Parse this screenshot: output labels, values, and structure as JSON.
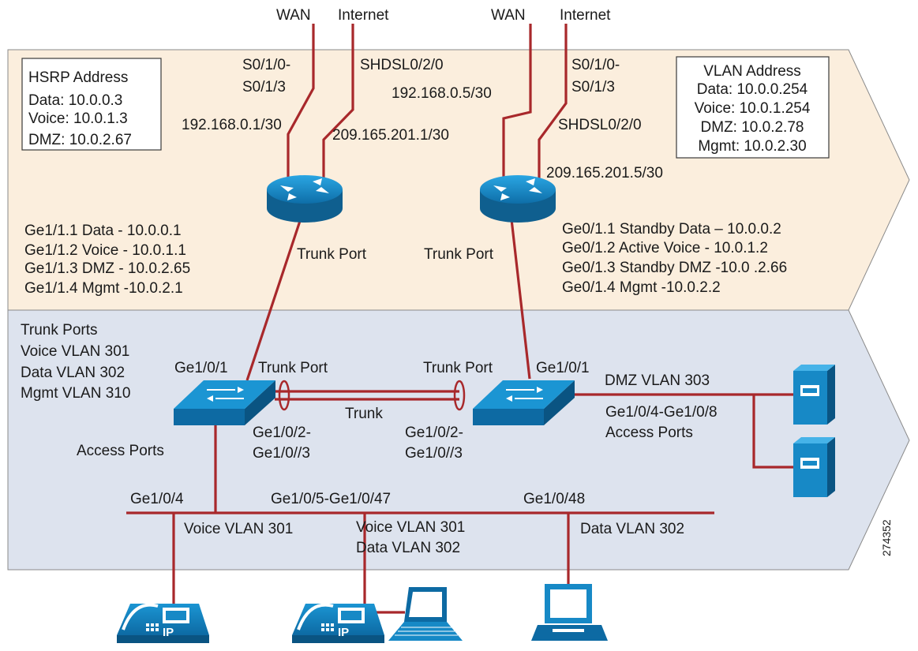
{
  "colors": {
    "router_zone": "#fbeedd",
    "switch_zone": "#dde3ee",
    "link": "#a8282b",
    "device_blue": "#1789c6"
  },
  "top": {
    "left_wan": "WAN",
    "left_internet": "Internet",
    "right_wan": "WAN",
    "right_internet": "Internet"
  },
  "hsrp": {
    "title": "HSRP Address",
    "lines": [
      "Data: 10.0.0.3",
      "Voice: 10.0.1.3",
      "DMZ: 10.0.2.67"
    ]
  },
  "vlan": {
    "title": "VLAN Address",
    "lines": [
      "Data: 10.0.0.254",
      "Voice: 10.0.1.254",
      "DMZ: 10.0.2.78",
      "Mgmt: 10.0.2.30"
    ]
  },
  "router_left": {
    "serial_1": "S0/1/0-",
    "serial_2": "S0/1/3",
    "shdsl": "SHDSL0/2/0",
    "wan_ip": "192.168.0.1/30",
    "internet_ip": "209.165.201.1/30",
    "subifs": [
      "Ge1/1.1 Data - 10.0.0.1",
      "Ge1/1.2 Voice - 10.0.1.1",
      "Ge1/1.3 DMZ - 10.0.2.65",
      "Ge1/1.4 Mgmt -10.0.2.1"
    ],
    "trunk": "Trunk Port"
  },
  "router_right": {
    "wan_ip": "192.168.0.5/30",
    "serial_1": "S0/1/0-",
    "serial_2": "S0/1/3",
    "shdsl": "SHDSL0/2/0",
    "internet_ip": "209.165.201.5/30",
    "subifs": [
      "Ge0/1.1 Standby Data – 10.0.0.2",
      "Ge0/1.2 Active Voice - 10.0.1.2",
      "Ge0/1.3 Standby DMZ -10.0 .2.66",
      "Ge0/1.4 Mgmt -10.0.2.2"
    ],
    "trunk": "Trunk Port"
  },
  "switch_zone": {
    "trunk_ports": [
      "Trunk Ports",
      "Voice VLAN 301",
      "Data VLAN 302",
      "Mgmt VLAN 310"
    ],
    "left_uplink": "Ge1/0/1",
    "left_trunk": "Trunk Port",
    "right_trunk": "Trunk Port",
    "right_uplink": "Ge1/0/1",
    "trunk": "Trunk",
    "left_trunk_ports_1": "Ge1/0/2-",
    "left_trunk_ports_2": "Ge1/0//3",
    "right_trunk_ports_1": "Ge1/0/2-",
    "right_trunk_ports_2": "Ge1/0//3",
    "access_ports": "Access Ports",
    "dmz": "DMZ VLAN 303",
    "dmz_ports_1": "Ge1/0/4-Ge1/0/8",
    "dmz_ports_2": "Access Ports"
  },
  "access": {
    "port_a": "Ge1/0/4",
    "port_b": "Ge1/0/5-Ge1/0/47",
    "port_c": "Ge1/0/48",
    "vlan_a": "Voice VLAN 301",
    "vlan_b_1": "Voice VLAN 301",
    "vlan_b_2": "Data VLAN 302",
    "vlan_c": "Data VLAN 302"
  },
  "phone_text": "IP",
  "figure_id": "274352"
}
